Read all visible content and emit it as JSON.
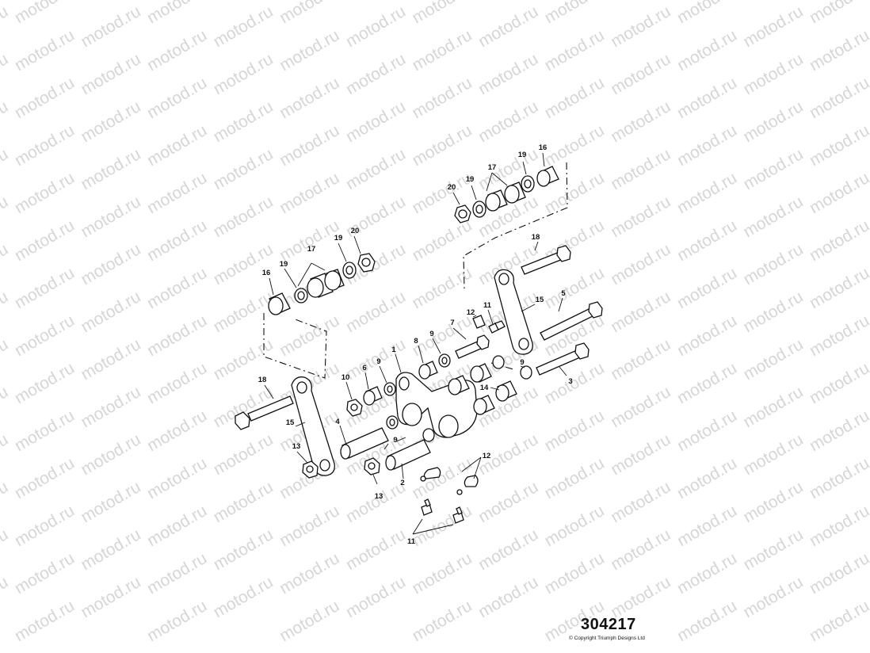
{
  "watermark": "motod.ru",
  "diagram": {
    "reference_number": "304217",
    "copyright": "© Copyright Triumph Designs Ltd",
    "callouts": [
      {
        "key": "c1",
        "text": "1"
      },
      {
        "key": "c2",
        "text": "2"
      },
      {
        "key": "c3",
        "text": "3"
      },
      {
        "key": "c4",
        "text": "4"
      },
      {
        "key": "c5",
        "text": "5"
      },
      {
        "key": "c6",
        "text": "6"
      },
      {
        "key": "c7",
        "text": "7"
      },
      {
        "key": "c8",
        "text": "8"
      },
      {
        "key": "c9a",
        "text": "9"
      },
      {
        "key": "c9b",
        "text": "9"
      },
      {
        "key": "c9c",
        "text": "9"
      },
      {
        "key": "c9d",
        "text": "9"
      },
      {
        "key": "c10",
        "text": "10"
      },
      {
        "key": "c11a",
        "text": "11"
      },
      {
        "key": "c11b",
        "text": "11"
      },
      {
        "key": "c12a",
        "text": "12"
      },
      {
        "key": "c12b",
        "text": "12"
      },
      {
        "key": "c13a",
        "text": "13"
      },
      {
        "key": "c13b",
        "text": "13"
      },
      {
        "key": "c14",
        "text": "14"
      },
      {
        "key": "c15a",
        "text": "15"
      },
      {
        "key": "c15b",
        "text": "15"
      },
      {
        "key": "c16a",
        "text": "16"
      },
      {
        "key": "c16b",
        "text": "16"
      },
      {
        "key": "c17a",
        "text": "17"
      },
      {
        "key": "c17b",
        "text": "17"
      },
      {
        "key": "c18a",
        "text": "18"
      },
      {
        "key": "c18b",
        "text": "18"
      },
      {
        "key": "c19a",
        "text": "19"
      },
      {
        "key": "c19b",
        "text": "19"
      },
      {
        "key": "c19c",
        "text": "19"
      },
      {
        "key": "c19d",
        "text": "19"
      },
      {
        "key": "c20a",
        "text": "20"
      },
      {
        "key": "c20b",
        "text": "20"
      }
    ]
  }
}
